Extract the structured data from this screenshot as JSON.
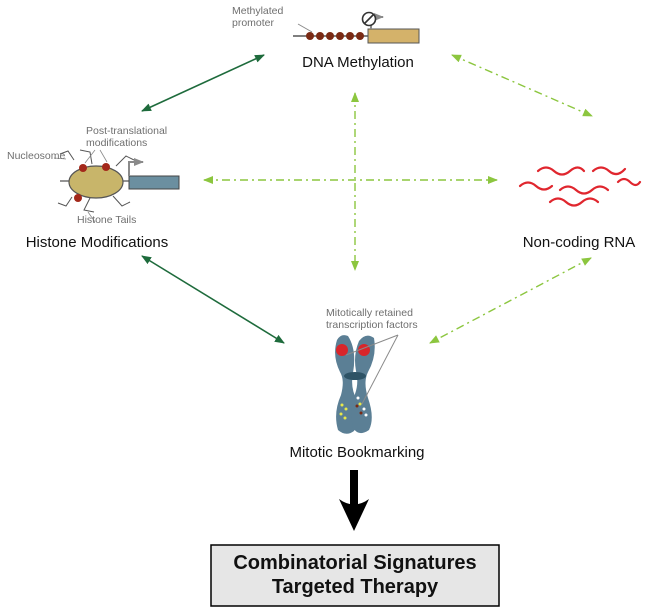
{
  "labels": {
    "dna_methylation": "DNA Methylation",
    "methylated_promoter_line1": "Methylated",
    "methylated_promoter_line2": "promoter",
    "histone_modifications": "Histone Modifications",
    "nucleosome": "Nucleosome",
    "ptm_line1": "Post-translational",
    "ptm_line2": "modifications",
    "histone_tails": "Histone Tails",
    "noncoding_rna": "Non-coding RNA",
    "mitotic_bookmarking": "Mitotic Bookmarking",
    "mtf_line1": "Mitotically retained",
    "mtf_line2": "transcription factors"
  },
  "result_box": {
    "line1": "Combinatorial Signatures",
    "line2": "Targeted Therapy"
  },
  "colors": {
    "solid_arrow": "#1e6b3c",
    "dashed_arrow": "#8cc63f",
    "gene_box": "#d4b26a",
    "methyl_dot": "#7a2a14",
    "nucleosome": "#c8b56a",
    "histone_gene_box": "#6b8fa0",
    "rna": "#e0262e",
    "chromosome": "#5b7f95",
    "centromere_spot": "#d9252a",
    "box_fill": "#e6e6e6"
  }
}
